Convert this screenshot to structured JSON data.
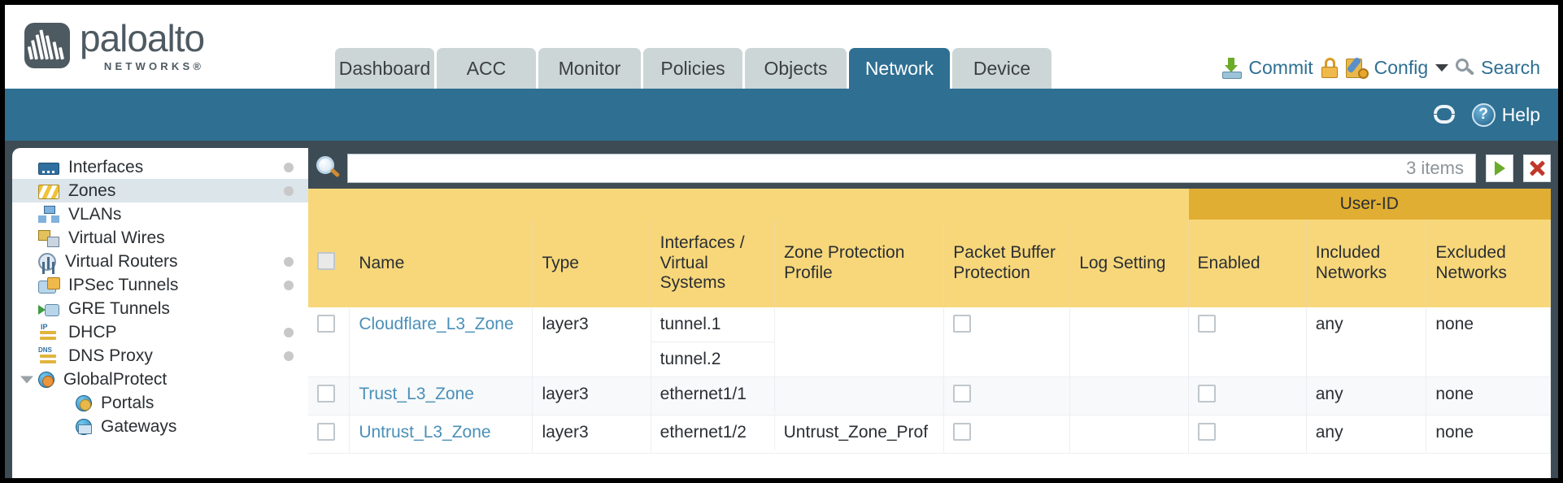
{
  "brand": {
    "name": "paloalto",
    "sub": "NETWORKS",
    "registered": "®"
  },
  "tabs": [
    {
      "label": "Dashboard",
      "active": false,
      "width": 122
    },
    {
      "label": "ACC",
      "active": false,
      "width": 122
    },
    {
      "label": "Monitor",
      "active": false,
      "width": 126
    },
    {
      "label": "Policies",
      "active": false,
      "width": 122
    },
    {
      "label": "Objects",
      "active": false,
      "width": 125
    },
    {
      "label": "Network",
      "active": true,
      "width": 124
    },
    {
      "label": "Device",
      "active": false,
      "width": 122
    }
  ],
  "utility": {
    "commit_label": "Commit",
    "config_label": "Config",
    "search_label": "Search"
  },
  "blueband": {
    "help_label": "Help",
    "help_glyph": "?"
  },
  "sidebar": {
    "items": [
      {
        "label": "Interfaces",
        "icon": "interfaces-icon",
        "selected": false,
        "dot": true,
        "child": false,
        "caret": false
      },
      {
        "label": "Zones",
        "icon": "zones-icon",
        "selected": true,
        "dot": true,
        "child": false,
        "caret": false
      },
      {
        "label": "VLANs",
        "icon": "vlans-icon",
        "selected": false,
        "dot": false,
        "child": false,
        "caret": false
      },
      {
        "label": "Virtual Wires",
        "icon": "virtual-wires-icon",
        "selected": false,
        "dot": false,
        "child": false,
        "caret": false
      },
      {
        "label": "Virtual Routers",
        "icon": "virtual-routers-icon",
        "selected": false,
        "dot": true,
        "child": false,
        "caret": false
      },
      {
        "label": "IPSec Tunnels",
        "icon": "ipsec-tunnels-icon",
        "selected": false,
        "dot": true,
        "child": false,
        "caret": false
      },
      {
        "label": "GRE Tunnels",
        "icon": "gre-tunnels-icon",
        "selected": false,
        "dot": false,
        "child": false,
        "caret": false
      },
      {
        "label": "DHCP",
        "icon": "dhcp-icon",
        "selected": false,
        "dot": true,
        "child": false,
        "caret": false
      },
      {
        "label": "DNS Proxy",
        "icon": "dns-proxy-icon",
        "selected": false,
        "dot": true,
        "child": false,
        "caret": false
      },
      {
        "label": "GlobalProtect",
        "icon": "globalprotect-icon",
        "selected": false,
        "dot": false,
        "child": false,
        "caret": true
      },
      {
        "label": "Portals",
        "icon": "portals-icon",
        "selected": false,
        "dot": false,
        "child": true,
        "caret": false
      },
      {
        "label": "Gateways",
        "icon": "gateways-icon",
        "selected": false,
        "dot": false,
        "child": true,
        "caret": false
      }
    ]
  },
  "search": {
    "value": "",
    "placeholder": "",
    "item_count": "3 items"
  },
  "table": {
    "group_header": {
      "label": "User-ID",
      "span": 3
    },
    "columns": [
      "Name",
      "Type",
      "Interfaces / Virtual Systems",
      "Zone Protection Profile",
      "Packet Buffer Protection",
      "Log Setting",
      "Enabled",
      "Included Networks",
      "Excluded Networks"
    ],
    "rows": [
      {
        "name": "Cloudflare_L3_Zone",
        "type": "layer3",
        "interfaces": [
          "tunnel.1",
          "tunnel.2"
        ],
        "zone_protection_profile": "",
        "packet_buffer_protection": false,
        "log_setting": "",
        "userid_enabled": false,
        "included_networks": "any",
        "excluded_networks": "none"
      },
      {
        "name": "Trust_L3_Zone",
        "type": "layer3",
        "interfaces": [
          "ethernet1/1"
        ],
        "zone_protection_profile": "",
        "packet_buffer_protection": false,
        "log_setting": "",
        "userid_enabled": false,
        "included_networks": "any",
        "excluded_networks": "none"
      },
      {
        "name": "Untrust_L3_Zone",
        "type": "layer3",
        "interfaces": [
          "ethernet1/2"
        ],
        "zone_protection_profile": "Untrust_Zone_Prof",
        "packet_buffer_protection": false,
        "log_setting": "",
        "userid_enabled": false,
        "included_networks": "any",
        "excluded_networks": "none"
      }
    ]
  },
  "colors": {
    "brand_slate": "#4e5a61",
    "tab_active": "#2e6f92",
    "tab_inactive": "#ccd6d6",
    "band_blue": "#2e6f92",
    "header_gold": "#f7d77a",
    "group_gold": "#e0ae33",
    "link_blue": "#4a90b8",
    "body_slate": "#3d4b55"
  }
}
